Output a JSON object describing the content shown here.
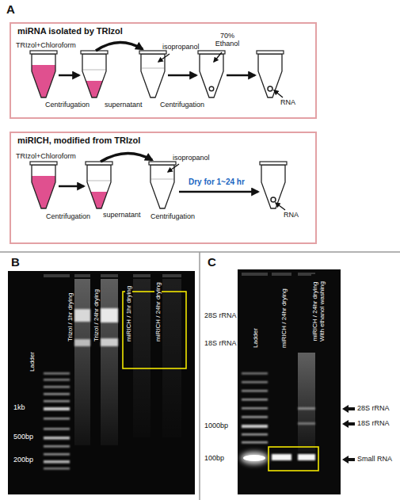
{
  "diagram": {
    "nodes": [
      {
        "text": [
          "miRNA isolated by TRIzol"
        ]
      },
      {
        "text": [
          "miRICH, modified from TRIzol"
        ]
      }
    ],
    "labels": [
      "A",
      "TRIzol+Chloroform",
      "Centrifugation",
      "supernatant",
      "isopropanol",
      "Centrifugation",
      "70% Ethanol",
      "RNA",
      "TRIzol+Chloroform",
      "Centrifugation",
      "supernatant",
      "isopropanol",
      "Centrifugation",
      "Dry for 1~24 hr",
      "RNA",
      "B",
      "Ladder",
      "Trizol / 1hr drying",
      "Trizol / 24hr drying",
      "miRICH / 1hr drying",
      "miRICH / 24hr drying",
      "1kb",
      "500bp",
      "200bp",
      "C",
      "Ladder",
      "miRICH / 24hr drying",
      "miRICH / 24hr drying With ethanol washing",
      "28S rRNA",
      "18S rRNA",
      "1000bp",
      "100bp",
      "28S rRNA",
      "18S rRNA",
      "Small RNA"
    ]
  }
}
